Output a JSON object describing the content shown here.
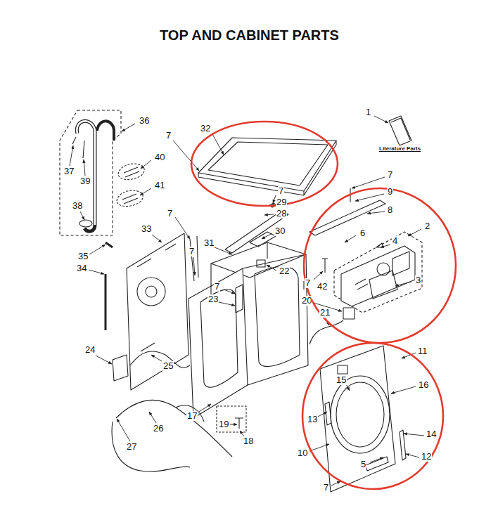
{
  "diagram": {
    "title": "TOP AND CABINET PARTS",
    "labels": [
      "1",
      "36",
      "32",
      "7",
      "Literature Parts",
      "40",
      "37",
      "7",
      "39",
      "41",
      "7",
      "9",
      "29",
      "38",
      "8",
      "28",
      "7",
      "2",
      "33",
      "30",
      "6",
      "4",
      "31",
      "7",
      "35",
      "34",
      "22",
      "3",
      "7",
      "7",
      "42",
      "23",
      "20",
      "21",
      "24",
      "11",
      "25",
      "15",
      "16",
      "17",
      "26",
      "13",
      "19",
      "14",
      "18",
      "27",
      "10",
      "12",
      "5",
      "7"
    ]
  }
}
